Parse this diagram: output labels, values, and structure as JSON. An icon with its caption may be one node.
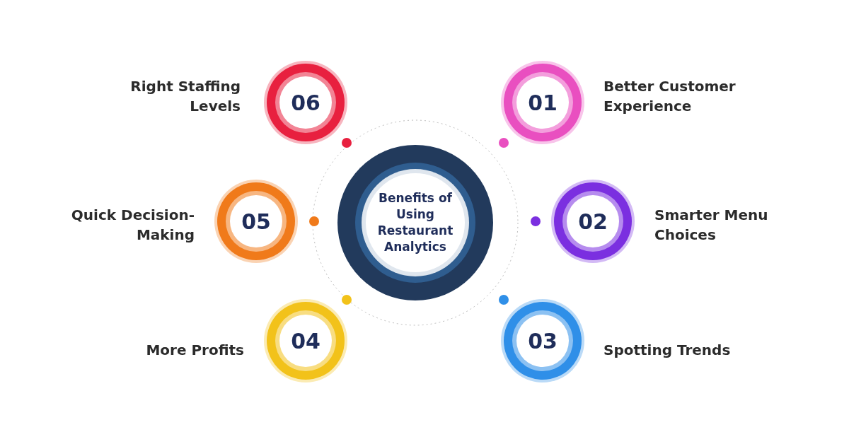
{
  "diagram": {
    "nodes": [
      {
        "text": [
          "Benefits of Using Restaurant Analytics"
        ]
      },
      {
        "text": [
          "01"
        ],
        "beside": [
          "Better Customer Experience"
        ]
      },
      {
        "text": [
          "02"
        ],
        "beside": [
          "Smarter Menu Choices"
        ]
      },
      {
        "text": [
          "03"
        ],
        "beside": [
          "Spotting Trends"
        ]
      },
      {
        "text": [
          "04"
        ],
        "beside": [
          "More Profits"
        ]
      },
      {
        "text": [
          "05"
        ],
        "beside": [
          "Quick Decision-Making"
        ]
      },
      {
        "text": [
          "06"
        ],
        "beside": [
          "Right Staffing Levels"
        ]
      }
    ]
  }
}
